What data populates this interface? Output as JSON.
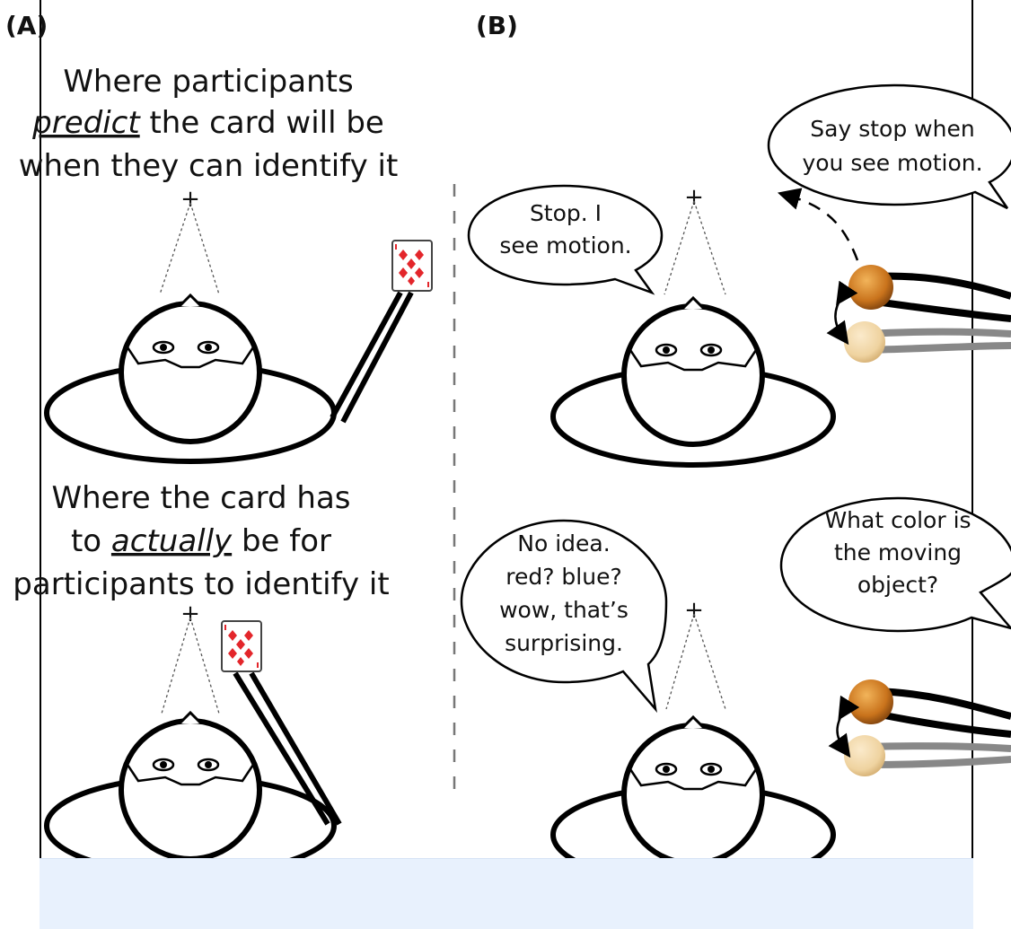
{
  "panels": {
    "a_label": "(A)",
    "b_label": "(B)"
  },
  "panel_a": {
    "top_caption": [
      "Where participants",
      "predict",
      " the card will be",
      "when they can identify it"
    ],
    "bottom_caption": [
      "Where the card has",
      "to ",
      "actually",
      " be for",
      "participants to identify it"
    ],
    "fixation_mark": "+"
  },
  "panel_b": {
    "top_observer_bubble": [
      "Stop. I",
      "see motion."
    ],
    "top_experimenter_bubble": [
      "Say stop when",
      "you see motion."
    ],
    "bottom_observer_bubble": [
      "No idea.",
      "red? blue?",
      "wow, that’s",
      "surprising."
    ],
    "bottom_experimenter_bubble": [
      "What color is",
      "the moving",
      "object?"
    ],
    "fixation_mark": "+"
  },
  "colors": {
    "card_suit": "#e3262b",
    "orange_ball": "#c9731c",
    "pale_ball": "#efd3a0",
    "footer": "#e8f1fd"
  }
}
